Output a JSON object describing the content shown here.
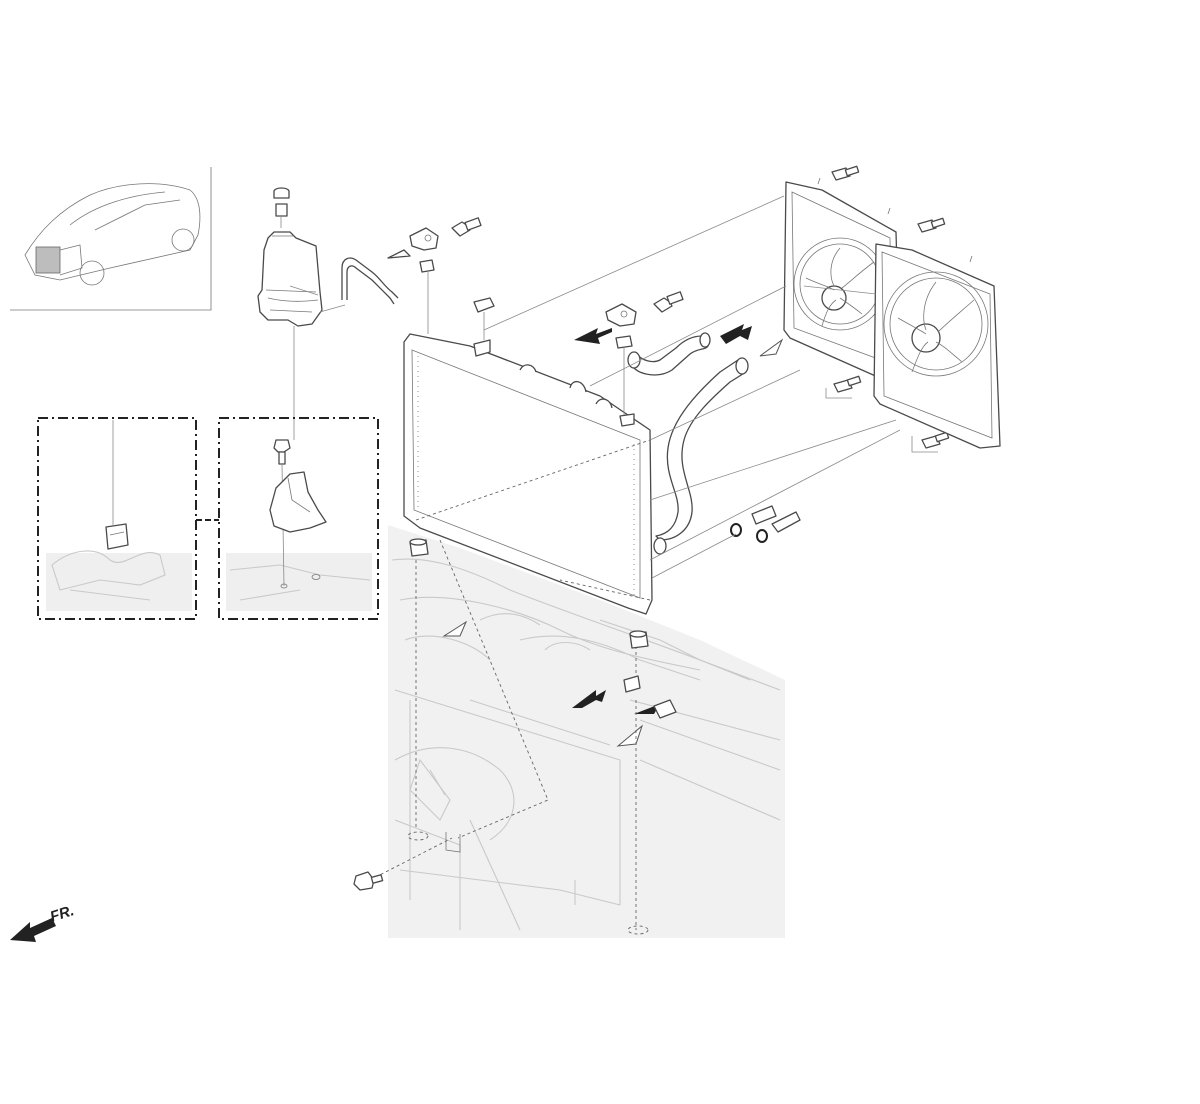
{
  "diagram": {
    "orientation_label": "FR.",
    "components": [
      "locator-inset-vehicle",
      "reserve-tank",
      "reserve-tank-cap",
      "overflow-hose",
      "radiator",
      "radiator-cap",
      "upper-radiator-hose",
      "lower-radiator-hose",
      "cooling-fan-shroud-main",
      "condenser-fan-shroud",
      "upper-cushion-brackets",
      "lower-cushions",
      "drain-plug-orings",
      "bracket-detail-box",
      "mount-bracket-detail-box"
    ],
    "colors": {
      "line": "#4a4a4a",
      "ghost_background": "#f0f0f0",
      "ghost_line": "#c9c9c9",
      "detail_box": "#222222"
    }
  }
}
